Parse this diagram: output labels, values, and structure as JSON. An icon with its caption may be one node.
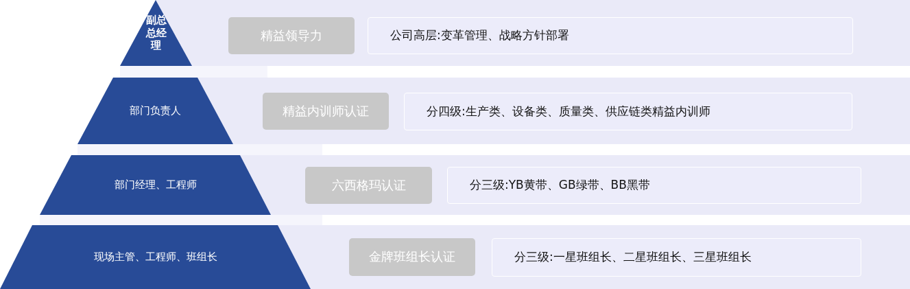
{
  "diagram": {
    "nodes": [
      {
        "text": [
          "副总总经理"
        ]
      },
      {
        "text": [
          "精益领导力"
        ]
      },
      {
        "text": [
          "公司高层:变革管理、战略方针部署"
        ]
      },
      {
        "text": [
          "部门负责人"
        ]
      },
      {
        "text": [
          "精益内训师认证"
        ]
      },
      {
        "text": [
          "分四级:生产类、设备类、质量类、供应链类精益内训师"
        ]
      },
      {
        "text": [
          "部门经理、工程师"
        ]
      },
      {
        "text": [
          "六西格玛认证"
        ]
      },
      {
        "text": [
          "分三级:YB黄带、GB绿带、BB黑带"
        ]
      },
      {
        "text": [
          "现场主管、工程师、班组长"
        ]
      },
      {
        "text": [
          "金牌班组长认证"
        ]
      },
      {
        "text": [
          "分三级:一星班组长、二星班组长、三星班组长"
        ]
      }
    ]
  }
}
